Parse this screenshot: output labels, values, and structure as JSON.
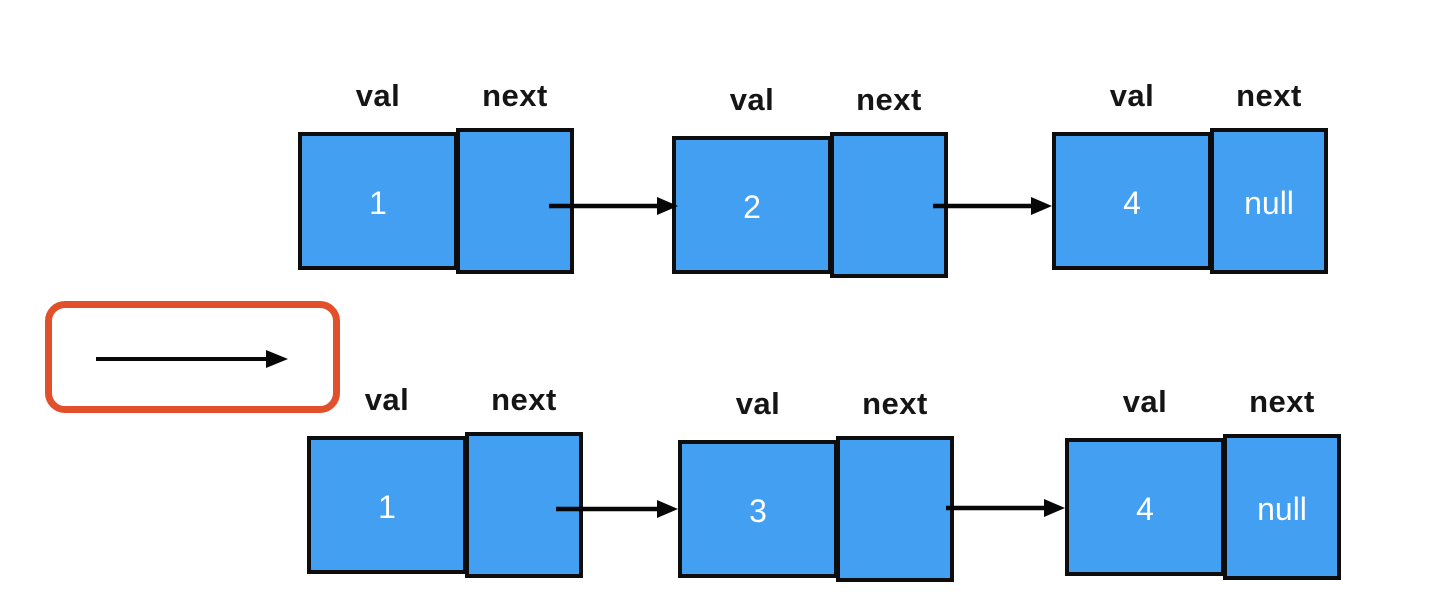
{
  "diagram": {
    "type": "linked-list-transformation",
    "cell_labels": {
      "val": "val",
      "next": "next"
    },
    "lists": [
      {
        "position": "top",
        "nodes": [
          {
            "val": "1",
            "next": ""
          },
          {
            "val": "2",
            "next": ""
          },
          {
            "val": "4",
            "next": "null"
          }
        ]
      },
      {
        "position": "bottom",
        "nodes": [
          {
            "val": "1",
            "next": ""
          },
          {
            "val": "3",
            "next": ""
          },
          {
            "val": "4",
            "next": "null"
          }
        ]
      }
    ],
    "legend": {
      "symbol": "right-arrow"
    },
    "colors": {
      "node_fill": "#429ff1",
      "node_border": "#0d0d0d",
      "label_text": "#151515",
      "value_text": "#ffffff",
      "arrow": "#070707",
      "highlight_border": "#e2502b",
      "background": "#ffffff"
    }
  }
}
